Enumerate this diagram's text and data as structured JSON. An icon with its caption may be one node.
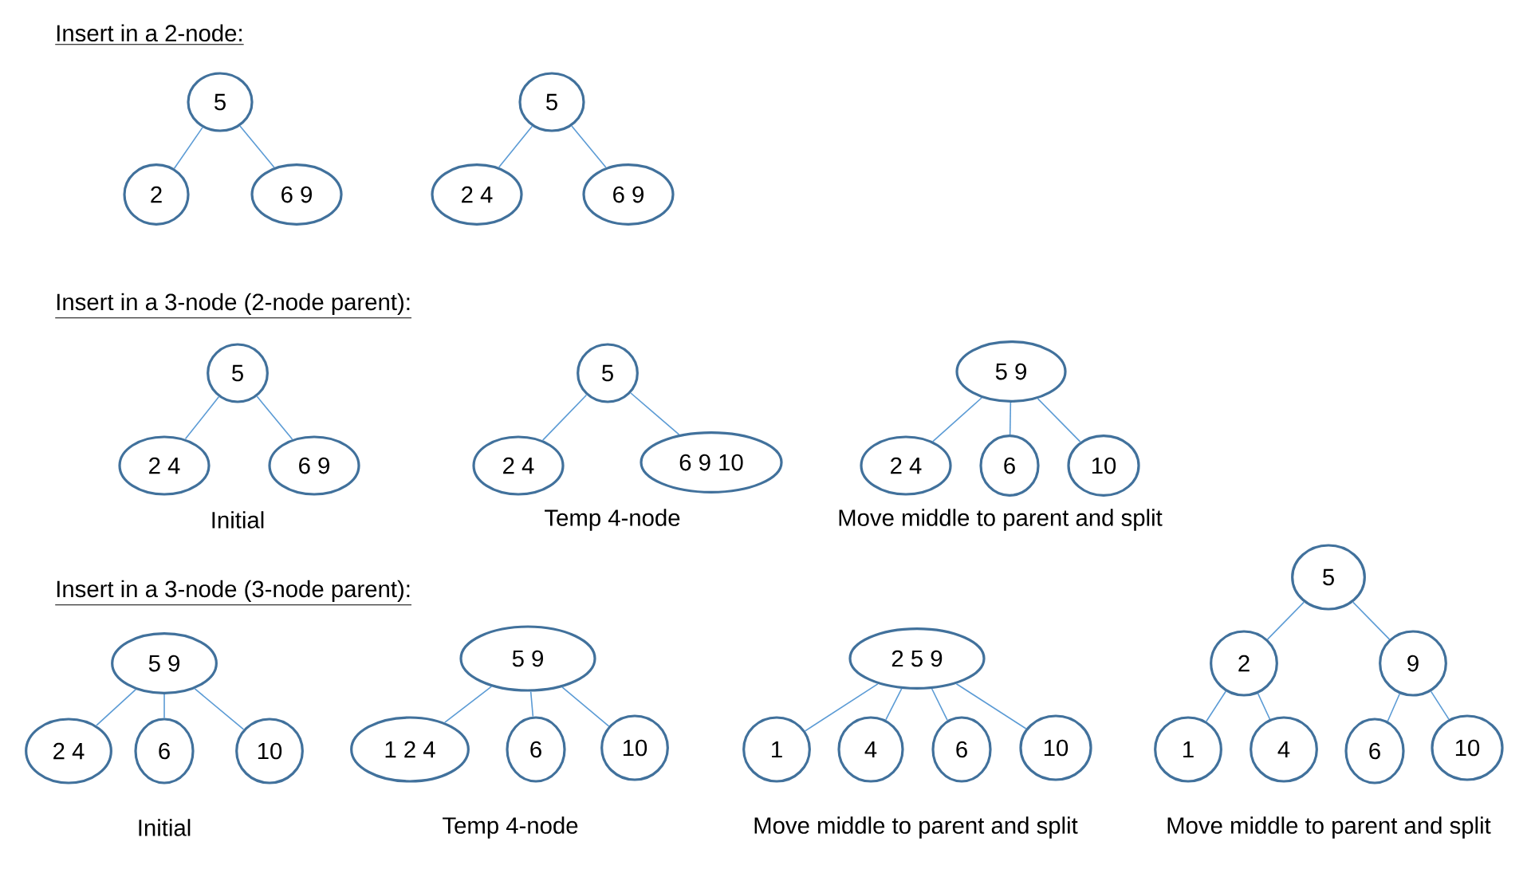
{
  "diagram": {
    "nodes": [
      {
        "text": [
          "5"
        ]
      },
      {
        "text": [
          "2"
        ]
      },
      {
        "text": [
          "6 9"
        ]
      },
      {
        "text": [
          "5"
        ]
      },
      {
        "text": [
          "2 4"
        ]
      },
      {
        "text": [
          "6 9"
        ]
      },
      {
        "text": [
          "5"
        ]
      },
      {
        "text": [
          "2 4"
        ]
      },
      {
        "text": [
          "6 9"
        ]
      },
      {
        "text": [
          "5"
        ]
      },
      {
        "text": [
          "2 4"
        ]
      },
      {
        "text": [
          "6 9 10"
        ]
      },
      {
        "text": [
          "5 9"
        ]
      },
      {
        "text": [
          "2 4"
        ]
      },
      {
        "text": [
          "6"
        ]
      },
      {
        "text": [
          "10"
        ]
      },
      {
        "text": [
          "5 9"
        ]
      },
      {
        "text": [
          "2 4"
        ]
      },
      {
        "text": [
          "6"
        ]
      },
      {
        "text": [
          "10"
        ]
      },
      {
        "text": [
          "5 9"
        ]
      },
      {
        "text": [
          "1 2 4"
        ]
      },
      {
        "text": [
          "6"
        ]
      },
      {
        "text": [
          "10"
        ]
      },
      {
        "text": [
          "2 5 9"
        ]
      },
      {
        "text": [
          "1"
        ]
      },
      {
        "text": [
          "4"
        ]
      },
      {
        "text": [
          "6"
        ]
      },
      {
        "text": [
          "10"
        ]
      },
      {
        "text": [
          "5"
        ]
      },
      {
        "text": [
          "2"
        ]
      },
      {
        "text": [
          "9"
        ]
      },
      {
        "text": [
          "1"
        ]
      },
      {
        "text": [
          "4"
        ]
      },
      {
        "text": [
          "6"
        ]
      },
      {
        "text": [
          "10"
        ]
      }
    ],
    "edges": [
      {
        "from": 0,
        "to": 1,
        "arrow": "none"
      },
      {
        "from": 0,
        "to": 2,
        "arrow": "none"
      },
      {
        "from": 3,
        "to": 4,
        "arrow": "none"
      },
      {
        "from": 3,
        "to": 5,
        "arrow": "none"
      },
      {
        "from": 6,
        "to": 7,
        "arrow": "none"
      },
      {
        "from": 6,
        "to": 8,
        "arrow": "none"
      },
      {
        "from": 9,
        "to": 10,
        "arrow": "none"
      },
      {
        "from": 9,
        "to": 11,
        "arrow": "none"
      },
      {
        "from": 12,
        "to": 13,
        "arrow": "none"
      },
      {
        "from": 12,
        "to": 14,
        "arrow": "none"
      },
      {
        "from": 12,
        "to": 15,
        "arrow": "none"
      },
      {
        "from": 16,
        "to": 17,
        "arrow": "none"
      },
      {
        "from": 16,
        "to": 18,
        "arrow": "none"
      },
      {
        "from": 16,
        "to": 19,
        "arrow": "none"
      },
      {
        "from": 20,
        "to": 21,
        "arrow": "none"
      },
      {
        "from": 20,
        "to": 22,
        "arrow": "none"
      },
      {
        "from": 20,
        "to": 23,
        "arrow": "none"
      },
      {
        "from": 24,
        "to": 25,
        "arrow": "none"
      },
      {
        "from": 24,
        "to": 26,
        "arrow": "none"
      },
      {
        "from": 24,
        "to": 27,
        "arrow": "none"
      },
      {
        "from": 24,
        "to": 28,
        "arrow": "none"
      },
      {
        "from": 29,
        "to": 30,
        "arrow": "none"
      },
      {
        "from": 29,
        "to": 31,
        "arrow": "none"
      },
      {
        "from": 30,
        "to": 32,
        "arrow": "none"
      },
      {
        "from": 30,
        "to": 33,
        "arrow": "none"
      },
      {
        "from": 31,
        "to": 34,
        "arrow": "none"
      },
      {
        "from": 31,
        "to": 35,
        "arrow": "none"
      }
    ],
    "labels": [
      "Insert in a 2-node:",
      "Insert in a 3-node (2-node parent):",
      "Initial",
      "Temp 4-node",
      "Move middle to parent and split",
      "Insert in a 3-node (3-node parent):",
      "Initial",
      "Temp 4-node",
      "Move middle to parent and split",
      "Move middle to parent and split"
    ]
  }
}
